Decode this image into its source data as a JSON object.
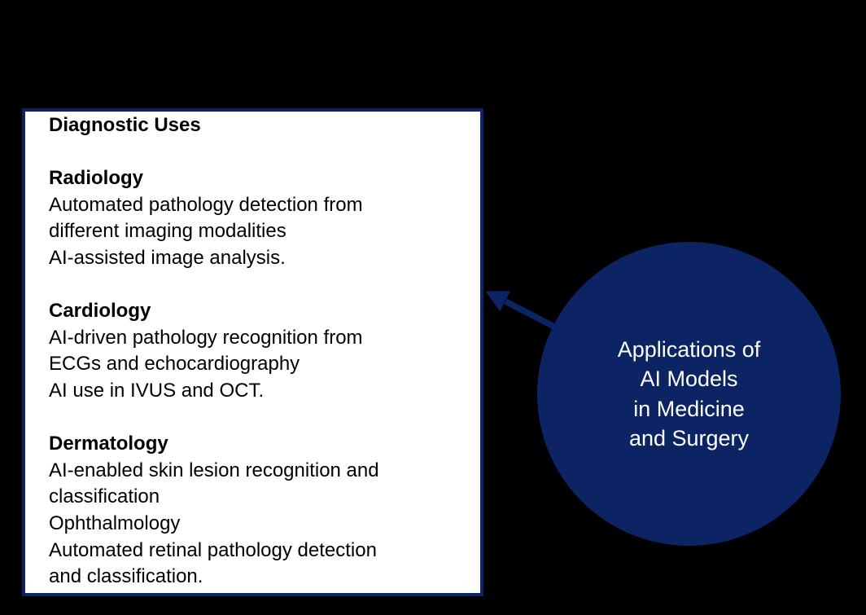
{
  "colors": {
    "background": "#000000",
    "navy": "#0d2464",
    "box-bg": "#ffffff",
    "box-text": "#000000",
    "circle-text": "#ffffff"
  },
  "box": {
    "sections": [
      {
        "heading": "Diagnostic Uses",
        "lines": []
      },
      {
        "heading": "Radiology",
        "lines": [
          "Automated pathology detection from",
          "different imaging modalities",
          "AI-assisted image analysis."
        ]
      },
      {
        "heading": "Cardiology",
        "lines": [
          "AI-driven pathology recognition from",
          "ECGs and echocardiography",
          "AI use in IVUS and OCT."
        ]
      },
      {
        "heading": "Dermatology",
        "lines": [
          "AI-enabled skin lesion recognition and",
          "classification",
          "Ophthalmology",
          "Automated retinal pathology detection",
          "and classification."
        ]
      }
    ]
  },
  "circle": {
    "lines": [
      "Applications of",
      "AI Models",
      "in Medicine",
      "and Surgery"
    ]
  },
  "arrow": {
    "color": "#0d2464"
  }
}
